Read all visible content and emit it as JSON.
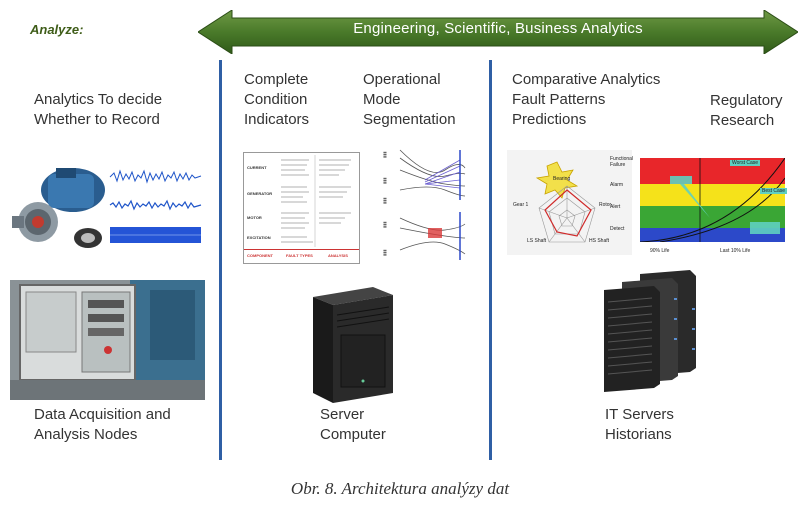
{
  "header": {
    "analyze_label": "Analyze:",
    "banner_text": "Engineering, Scientific, Business Analytics"
  },
  "columns": {
    "left": {
      "top_text_lines": [
        "Analytics To decide",
        "Whether to Record"
      ],
      "bottom_text_lines": [
        "Data Acquisition and",
        "Analysis Nodes"
      ]
    },
    "middle": {
      "heading_a_lines": [
        "Complete",
        "Condition",
        "Indicators"
      ],
      "heading_b_lines": [
        "Operational",
        "Mode",
        "Segmentation"
      ],
      "bottom_text_lines": [
        "Server",
        "Computer"
      ]
    },
    "right": {
      "heading_a_lines": [
        "Comparative Analytics",
        "Fault Patterns",
        "Predictions"
      ],
      "heading_b_lines": [
        "Regulatory",
        "Research"
      ],
      "bottom_text_lines": [
        "IT Servers",
        "Historians"
      ]
    }
  },
  "condition_table": {
    "rows": [
      "CURRENT",
      "GENERATOR",
      "MOTOR",
      "EXCITATION"
    ],
    "footer": [
      "COMPONENT",
      "FAULT TYPES",
      "ANALYSIS"
    ]
  },
  "radar": {
    "labels": [
      "Bearing",
      "Gear 1",
      "Rotor",
      "LS Shaft",
      "HS Shaft"
    ]
  },
  "regulatory_chart": {
    "y_labels": [
      "Functional Failure",
      "Alarm",
      "Alert",
      "Detect"
    ],
    "x_labels": [
      "90% Life",
      "Last 10% Life"
    ],
    "callouts": [
      "Worst Case",
      "Best Case"
    ],
    "band_colors": [
      "#e8262a",
      "#f5e21a",
      "#3aa635",
      "#2c49c9"
    ]
  },
  "caption": "Obr. 8. Architektura analýzy dat",
  "colors": {
    "banner": "#4a7a2a",
    "divider": "#2f5fa5",
    "analyze_label": "#3f5d19"
  }
}
